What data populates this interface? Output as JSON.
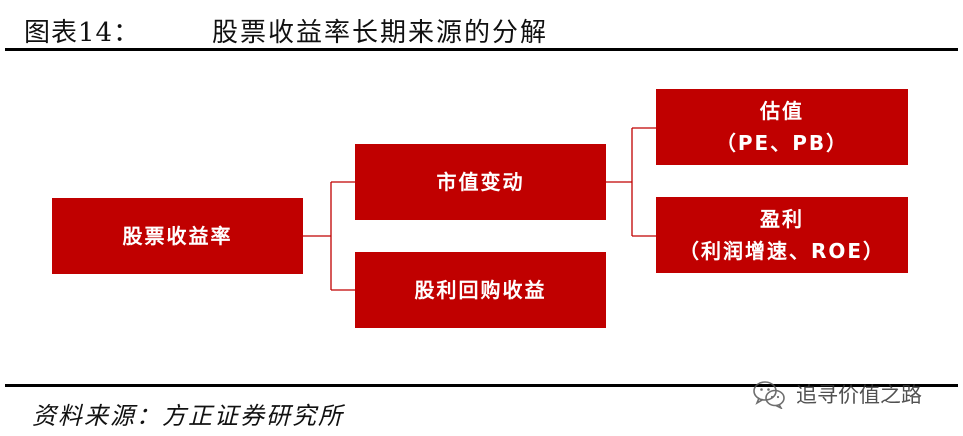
{
  "header": {
    "figure_label": "图表14：",
    "title": "股票收益率长期来源的分解"
  },
  "diagram": {
    "root": {
      "label": "股票收益率"
    },
    "level2": [
      {
        "label": "市值变动"
      },
      {
        "label": "股利回购收益"
      }
    ],
    "level3": [
      {
        "line1": "估值",
        "line2": "（PE、PB）"
      },
      {
        "line1": "盈利",
        "line2": "（利润增速、ROE）"
      }
    ]
  },
  "footer": {
    "source": "资料来源：方正证券研究所"
  },
  "watermark": {
    "text": "追寻价值之路",
    "icon": "wechat-icon"
  },
  "colors": {
    "box_fill": "#c00000",
    "box_text": "#ffffff",
    "connector": "#c00000",
    "rule": "#000000"
  }
}
